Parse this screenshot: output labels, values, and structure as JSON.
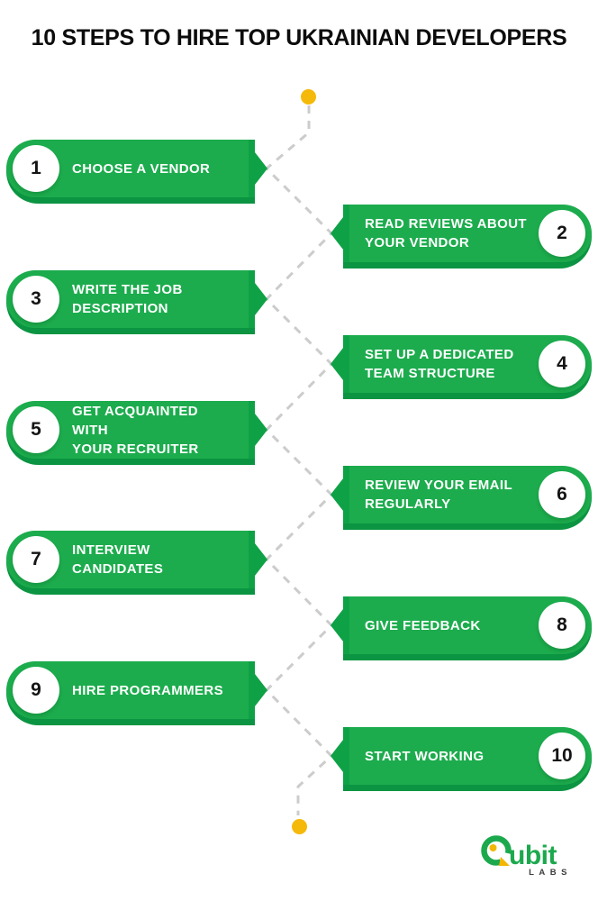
{
  "title": "10 STEPS TO HIRE TOP UKRAINIAN DEVELOPERS",
  "steps": [
    {
      "number": "1",
      "label": "CHOOSE A VENDOR",
      "side": "left"
    },
    {
      "number": "2",
      "label": "READ REVIEWS ABOUT\nYOUR VENDOR",
      "side": "right"
    },
    {
      "number": "3",
      "label": "WRITE THE JOB\nDESCRIPTION",
      "side": "left"
    },
    {
      "number": "4",
      "label": "SET UP A DEDICATED\nTEAM STRUCTURE",
      "side": "right"
    },
    {
      "number": "5",
      "label": "GET ACQUAINTED WITH\nYOUR RECRUITER",
      "side": "left"
    },
    {
      "number": "6",
      "label": "REVIEW YOUR EMAIL\nREGULARLY",
      "side": "right"
    },
    {
      "number": "7",
      "label": "INTERVIEW\nCANDIDATES",
      "side": "left"
    },
    {
      "number": "8",
      "label": "GIVE FEEDBACK",
      "side": "right"
    },
    {
      "number": "9",
      "label": "HIRE PROGRAMMERS",
      "side": "left"
    },
    {
      "number": "10",
      "label": "START WORKING",
      "side": "right"
    }
  ],
  "logo": {
    "name": "Qubit",
    "name_rest": "ubit",
    "sub": "LABS"
  },
  "colors": {
    "banner_green": "#1CAC4D",
    "banner_shadow_green": "#0B9441",
    "banner_tip_green": "#0FA146",
    "accent_yellow": "#F5B90A",
    "connector_gray": "#CCCCCC",
    "title_black": "#0C0C0C",
    "label_white": "#FFFFFF"
  }
}
